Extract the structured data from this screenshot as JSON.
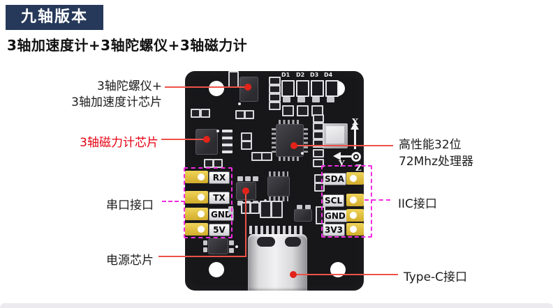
{
  "header": {
    "badge": "九轴版本",
    "subtitle": "3轴加速度计+3轴陀螺仪+3轴磁力计"
  },
  "board": {
    "led_labels": [
      "D1",
      "D2",
      "D3",
      "D4"
    ],
    "left_pads": [
      "RX",
      "TX",
      "GND",
      "5V"
    ],
    "right_pads": [
      "SDA",
      "SCL",
      "GND",
      "3V3"
    ],
    "axis_labels": {
      "x": "X",
      "y": "Y",
      "z": "Z"
    }
  },
  "annotations": {
    "gyro_line1": "3轴陀螺仪+",
    "gyro_line2": "3轴加速度计芯片",
    "magnetometer": "3轴磁力计芯片",
    "serial_port": "串口接口",
    "power_chip": "电源芯片",
    "processor_line1": "高性能32位",
    "processor_line2": "72Mhz处理器",
    "iic_port": "IIC接口",
    "typec_port": "Type-C接口"
  },
  "colors": {
    "badge_bg": "#26395a",
    "annotation_line_red": "#ed5247",
    "annotation_dot_red": "#e2231a",
    "magenta_dashed": "#f12be0",
    "red_text": "#e60012",
    "pad_yellow": "#e5c43e",
    "board_black": "#17171a",
    "footer_gray": "#eceaef"
  }
}
